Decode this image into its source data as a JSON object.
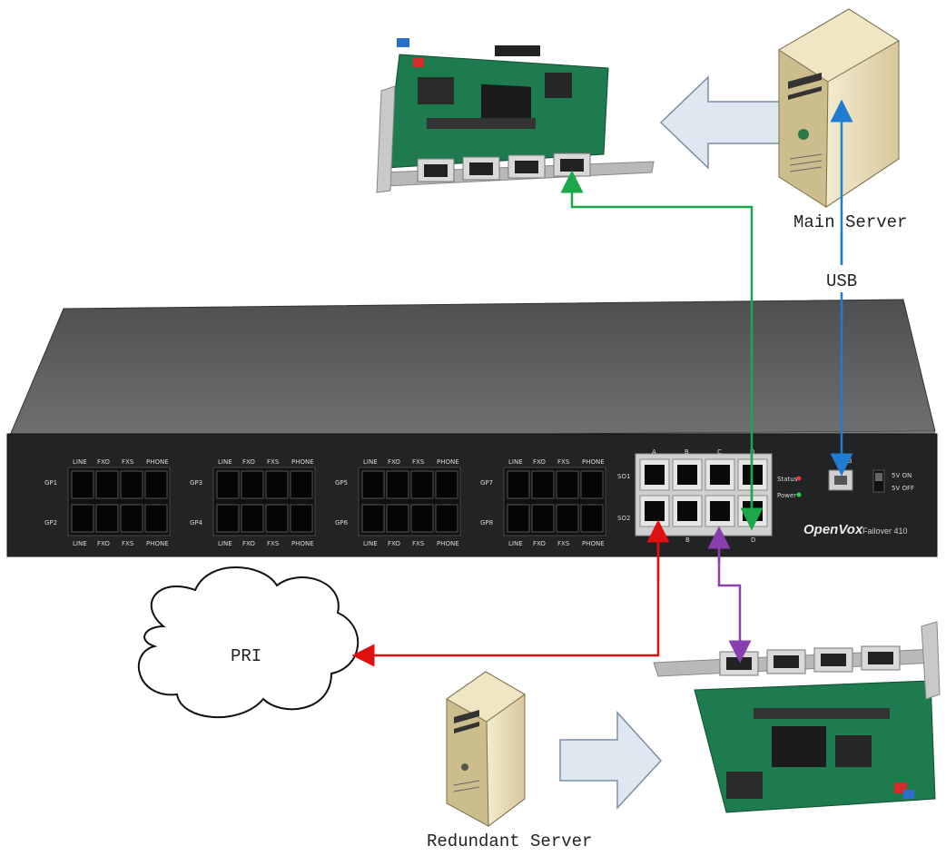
{
  "labels": {
    "main_server": "Main Server",
    "redundant_server": "Redundant Server",
    "usb": "USB",
    "pri": "PRI"
  },
  "device": {
    "brand": "OpenVox",
    "model": "Failover 410",
    "usb_port": "USB",
    "status_led": "Status",
    "power_led": "Power",
    "switch_on": "5V ON",
    "switch_off": "5V OFF",
    "port_groups": [
      {
        "top": "GP1",
        "bottom": "GP2"
      },
      {
        "top": "GP3",
        "bottom": "GP4"
      },
      {
        "top": "GP5",
        "bottom": "GP6"
      },
      {
        "top": "GP7",
        "bottom": "GP8"
      }
    ],
    "port_headers_top": [
      "LINE",
      "FXO",
      "FXS",
      "PHONE"
    ],
    "port_headers_bottom": [
      "LINE",
      "FXO",
      "FXS",
      "PHONE"
    ],
    "so_labels": [
      "SO1",
      "SO2"
    ],
    "so_top": [
      "A",
      "B",
      "C",
      "D"
    ],
    "so_bottom": [
      "B",
      "D"
    ]
  },
  "colors": {
    "green_link": "#1aa84a",
    "blue_link": "#1f7ccf",
    "red_link": "#e01010",
    "purple_link": "#8a3fb0",
    "chassis": "#5c5d5f",
    "panel": "#222325",
    "server": "#e9ddb4",
    "pcb": "#1e7b4e",
    "arrow": "#dfe7f1"
  }
}
